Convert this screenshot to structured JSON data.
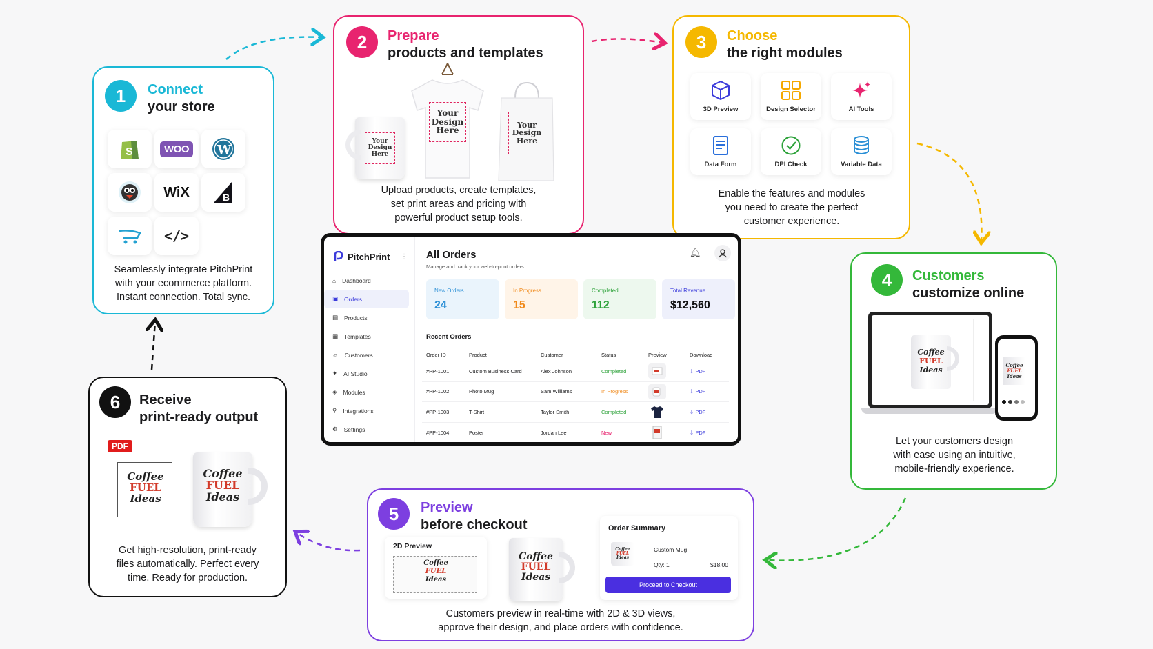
{
  "colors": {
    "step1": "#1ab8d6",
    "step2": "#e8246f",
    "step3": "#f5b800",
    "step4": "#34b83a",
    "step5": "#7d3fe0",
    "step6": "#111111",
    "brand": "#3b3bdb"
  },
  "steps": [
    {
      "num": "1",
      "accent": "Connect",
      "sub": "your store",
      "desc": [
        "Seamlessly integrate PitchPrint",
        "with your ecommerce platform.",
        "Instant connection. Total sync."
      ],
      "platforms": [
        "shopify-icon",
        "woocommerce-icon",
        "wordpress-icon",
        "prestashop-icon",
        "wix-icon",
        "bigcommerce-icon",
        "opencart-icon",
        "code-icon"
      ],
      "woo_text": "WOO",
      "wix_text": "WiX",
      "code_text": "</>"
    },
    {
      "num": "2",
      "accent": "Prepare",
      "sub": "products and templates",
      "desc": [
        "Upload products, create templates,",
        "set print areas and pricing with",
        "powerful product setup tools."
      ],
      "design_text": "Your Design Here"
    },
    {
      "num": "3",
      "accent": "Choose",
      "sub": "the right modules",
      "modules": [
        "3D Preview",
        "Design Selector",
        "AI Tools",
        "Data Form",
        "DPI Check",
        "Variable Data"
      ],
      "desc": [
        "Enable the features and modules",
        "you need to create the perfect",
        "customer experience."
      ]
    },
    {
      "num": "4",
      "accent": "Customers",
      "sub": "customize online",
      "desc": [
        "Let your customers design",
        "with ease using an intuitive,",
        "mobile-friendly experience."
      ]
    },
    {
      "num": "5",
      "accent": "Preview",
      "sub": "before checkout",
      "preview_2d": "2D Preview",
      "order_summary": {
        "title": "Order Summary",
        "item": "Custom Mug",
        "qty": "Qty: 1",
        "price": "$18.00",
        "button": "Proceed to Checkout"
      },
      "desc": [
        "Customers preview in real-time with 2D & 3D views,",
        "approve their design, and place orders with confidence."
      ]
    },
    {
      "num": "6",
      "accent": "Receive",
      "sub": "print-ready output",
      "pdf_badge": "PDF",
      "desc": [
        "Get high-resolution, print-ready",
        "files automatically. Perfect every",
        "time. Ready for production."
      ]
    }
  ],
  "artwork": {
    "line1": "Coffee",
    "line2": "FUEL",
    "line3": "Ideas"
  },
  "dashboard": {
    "brand": "PitchPrint",
    "title": "All Orders",
    "subtitle": "Manage and track your web-to-print orders",
    "nav": [
      "Dashboard",
      "Orders",
      "Products",
      "Templates",
      "Customers",
      "AI Studio",
      "Modules",
      "Integrations",
      "Settings"
    ],
    "active_nav": "Orders",
    "stats": [
      {
        "label": "New Orders",
        "value": "24",
        "color": "#2a8fd6",
        "bg": "#eaf4fc"
      },
      {
        "label": "In Progress",
        "value": "15",
        "color": "#f08a1c",
        "bg": "#fff4e8"
      },
      {
        "label": "Completed",
        "value": "112",
        "color": "#2da23a",
        "bg": "#edf8ee"
      },
      {
        "label": "Total Revenue",
        "value": "$12,560",
        "color": "#3b3bdb",
        "bg": "#eef0fb"
      }
    ],
    "recent_title": "Recent Orders",
    "columns": [
      "Order ID",
      "Product",
      "Customer",
      "Status",
      "Preview",
      "Download"
    ],
    "rows": [
      {
        "id": "#PP-1001",
        "product": "Custom Business Card",
        "customer": "Alex Johnson",
        "status": "Completed",
        "status_color": "#2da23a",
        "download": "PDF"
      },
      {
        "id": "#PP-1002",
        "product": "Photo Mug",
        "customer": "Sam Williams",
        "status": "In Progress",
        "status_color": "#f08a1c",
        "download": "PDF"
      },
      {
        "id": "#PP-1003",
        "product": "T-Shirt",
        "customer": "Taylor Smith",
        "status": "Completed",
        "status_color": "#2da23a",
        "download": "PDF"
      },
      {
        "id": "#PP-1004",
        "product": "Poster",
        "customer": "Jordan Lee",
        "status": "New",
        "status_color": "#e8246f",
        "download": "PDF"
      }
    ]
  }
}
